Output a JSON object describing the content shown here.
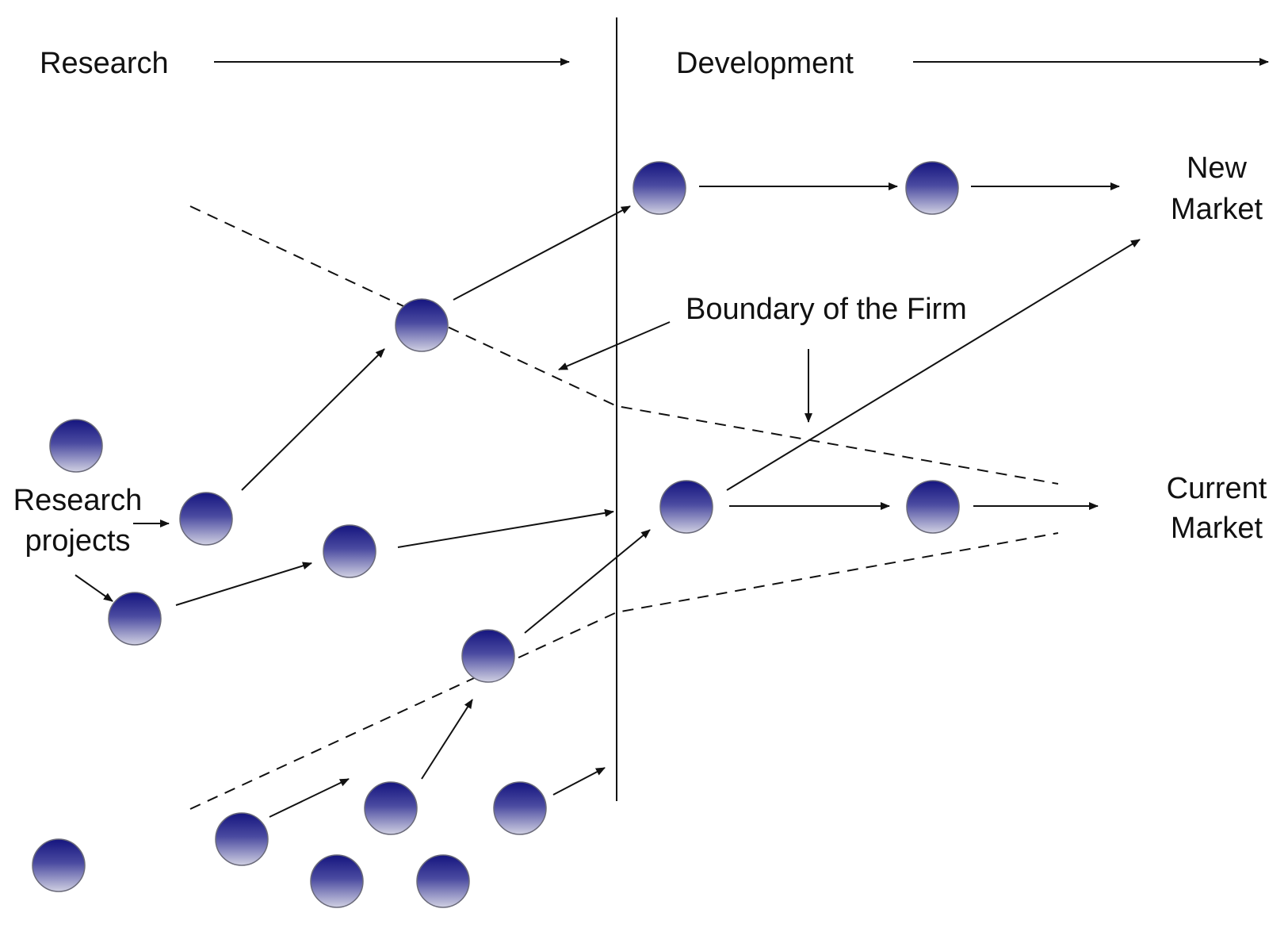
{
  "labels": {
    "research": "Research",
    "development": "Development",
    "new_market_line1": "New",
    "new_market_line2": "Market",
    "current_market_line1": "Current",
    "current_market_line2": "Market",
    "boundary": "Boundary of the Firm",
    "research_projects_line1": "Research",
    "research_projects_line2": "projects"
  },
  "colors": {
    "node_top": "#1a1a8c",
    "node_bottom": "#c9c9dc",
    "line": "#111111"
  }
}
